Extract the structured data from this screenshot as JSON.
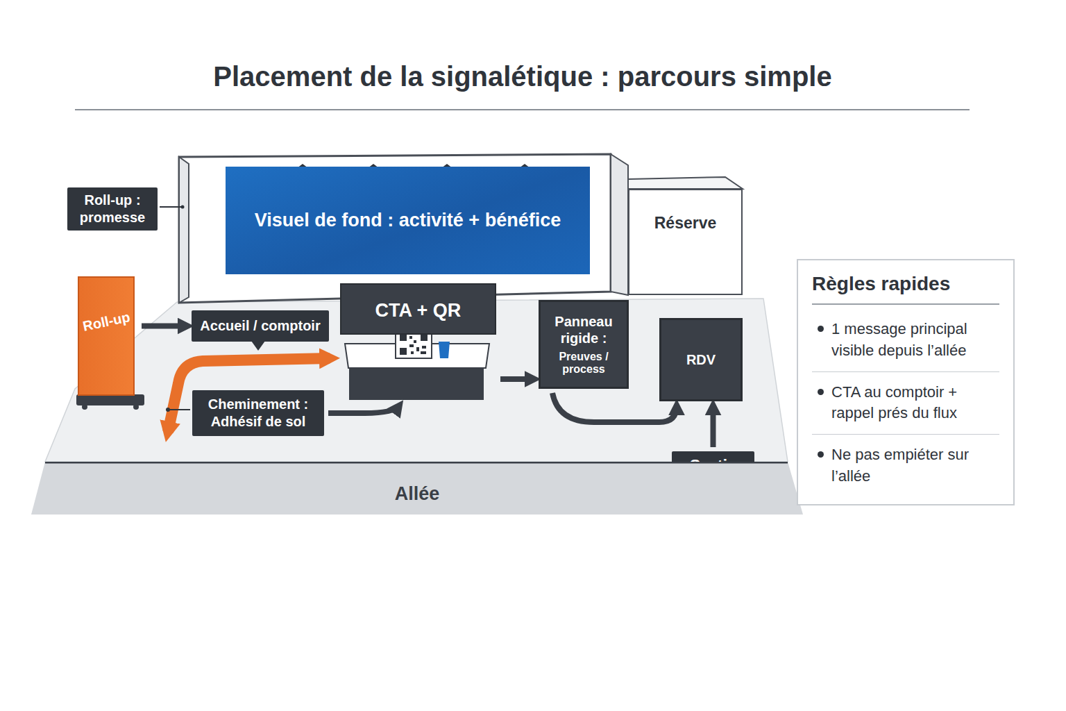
{
  "diagram": {
    "title": "Placement de la signalétique : parcours simple",
    "nodes": [
      {
        "text": [
          "Roll-up : promesse"
        ]
      },
      {
        "text": [
          "Visuel de fond : activité + bénéfice"
        ]
      },
      {
        "text": [
          "Réserve"
        ]
      },
      {
        "text": [
          "Roll-up"
        ]
      },
      {
        "text": [
          "Accueil / comptoir"
        ]
      },
      {
        "text": [
          "CTA + QR"
        ]
      },
      {
        "text": [
          "Cheminement : Adhésif de sol"
        ]
      },
      {
        "text": [
          "Panneau rigide :",
          "Preuves / process"
        ]
      },
      {
        "text": [
          "RDV"
        ]
      },
      {
        "text": [
          "Sortie"
        ]
      },
      {
        "text": [
          "Allée"
        ]
      },
      {
        "text": [
          "Règles rapides",
          "1 message principal visible depuis l’allée",
          "CTA au comptoir + rappel prés du flux",
          "Ne pas empiéter sur l’allée"
        ]
      }
    ],
    "edges": [
      {
        "from": 3,
        "to": 4,
        "arrow": "to"
      },
      {
        "from": 6,
        "to": 5,
        "arrow": "to"
      },
      {
        "from": 5,
        "to": 7,
        "arrow": "to"
      },
      {
        "from": 7,
        "to": 8,
        "arrow": "to"
      },
      {
        "from": 9,
        "to": 8,
        "arrow": "to"
      }
    ]
  }
}
